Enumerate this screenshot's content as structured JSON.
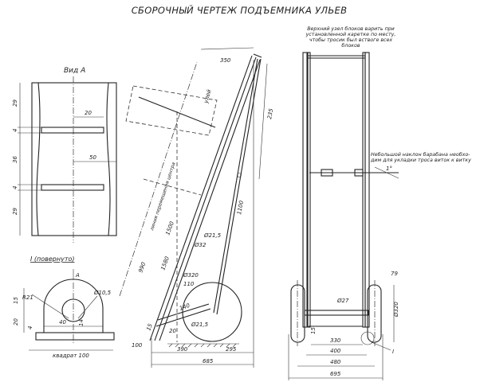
{
  "title": "СБОРОЧНЫЙ ЧЕРТЕЖ ПОДЪЕМНИКА УЛЬЕВ",
  "view_a": {
    "label": "Вид А",
    "dims": {
      "top": "29",
      "gap1": "4",
      "middle": "36",
      "gap2": "4",
      "bottom": "29",
      "shelf_depth": "20",
      "half_width": "50"
    }
  },
  "detail_i": {
    "label": "I (повернуто)",
    "arrow_label": "А",
    "dims": {
      "radius": "R21",
      "hole": "Ø10,5",
      "height_top": "15",
      "height_bottom": "20",
      "thickness": "4",
      "width": "40",
      "offset": "14",
      "base": "квадрат 100"
    }
  },
  "side_view": {
    "labels": {
      "carriage": "улей",
      "center_line": "линия перемещения центра"
    },
    "dims": {
      "top": "350",
      "upper_right": "235",
      "rail": "1100",
      "l1500": "1500",
      "l1580": "1580",
      "l990": "990",
      "pipe_d": "Ø21,5",
      "pipe_d2": "Ø32",
      "wheel_d": "Ø320",
      "h110": "110",
      "brace": "140",
      "brace_pipe": "Ø21,5",
      "d20": "20",
      "d15": "15",
      "foot": "100",
      "front": "390",
      "rear": "295",
      "total": "685"
    }
  },
  "front_view": {
    "notes": {
      "top": [
        "Верхний узел блоков варить при",
        "установленной каретке по месту,",
        "чтобы тросик был вствоге всех",
        "блоков"
      ],
      "drum": [
        "Небольшой наклон барабана необхо-",
        "дим для укладки троса виток к витку"
      ]
    },
    "dims": {
      "angle": "1°",
      "axle": "Ø27",
      "wheel_d": "Ø320",
      "offset": "79",
      "h15": "15",
      "w330": "330",
      "w400": "400",
      "w480": "480",
      "w695": "695",
      "detail_ref": "I"
    }
  }
}
